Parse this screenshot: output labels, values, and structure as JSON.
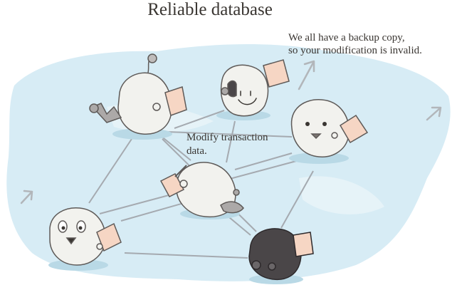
{
  "title": "Reliable database",
  "annotations": {
    "backup_note": "We all have a backup copy,\nso your modification is invalid.",
    "modify_note": "Modify transaction\ndata."
  },
  "colors": {
    "background_wash": "#d7ecf5",
    "character_light": "#f2f2ee",
    "character_dark": "#4a4648",
    "paper": "#f6d6c4",
    "network_line": "#a5aab0",
    "text": "#3a3632"
  },
  "nodes": [
    {
      "id": "top-left",
      "role": "peer",
      "icon": "ghost-character"
    },
    {
      "id": "top-center",
      "role": "peer",
      "icon": "ghost-character"
    },
    {
      "id": "right",
      "role": "peer",
      "icon": "ghost-character"
    },
    {
      "id": "center",
      "role": "tamperer",
      "icon": "ghost-character-with-pen"
    },
    {
      "id": "bottom-left",
      "role": "peer",
      "icon": "ghost-character"
    },
    {
      "id": "bottom-right",
      "role": "peer",
      "icon": "dark-ghost-character"
    }
  ]
}
